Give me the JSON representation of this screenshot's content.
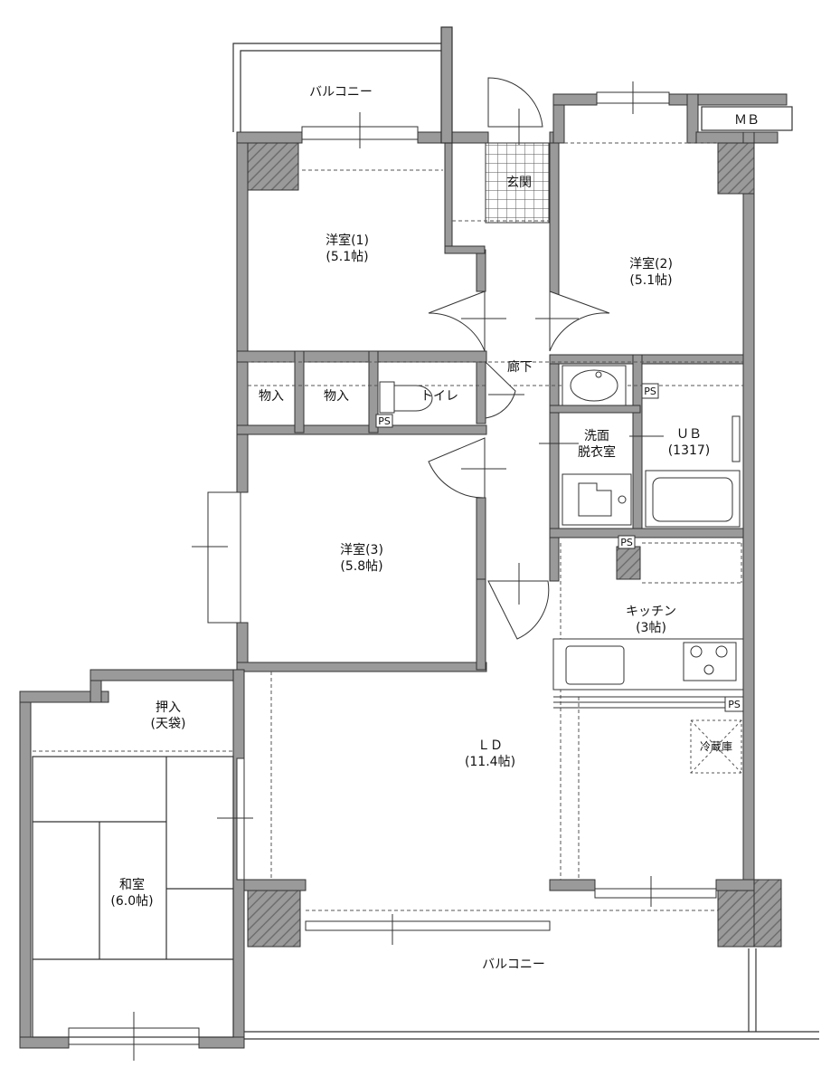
{
  "rooms": {
    "balcony_top": "バルコニー",
    "mb": "ＭＢ",
    "entrance": "玄関",
    "western1": {
      "name": "洋室(1)",
      "size": "(5.1帖)"
    },
    "western2": {
      "name": "洋室(2)",
      "size": "(5.1帖)"
    },
    "corridor": "廊下",
    "storage_a": "物入",
    "storage_b": "物入",
    "toilet": "トイレ",
    "ps1": "PS",
    "ps2": "PS",
    "ps3": "PS",
    "ps4": "PS",
    "washroom": {
      "name": "洗面",
      "sub": "脱衣室"
    },
    "ub": {
      "name": "ＵＢ",
      "size": "(1317)"
    },
    "western3": {
      "name": "洋室(3)",
      "size": "(5.8帖)"
    },
    "kitchen": {
      "name": "キッチン",
      "size": "(3帖)"
    },
    "oshiire": {
      "name": "押入",
      "sub": "(天袋)"
    },
    "ld": {
      "name": "ＬＤ",
      "size": "(11.4帖)"
    },
    "fridge": "冷蔵庫",
    "washitsu": {
      "name": "和室",
      "size": "(6.0帖)"
    },
    "balcony_bottom": "バルコニー"
  }
}
